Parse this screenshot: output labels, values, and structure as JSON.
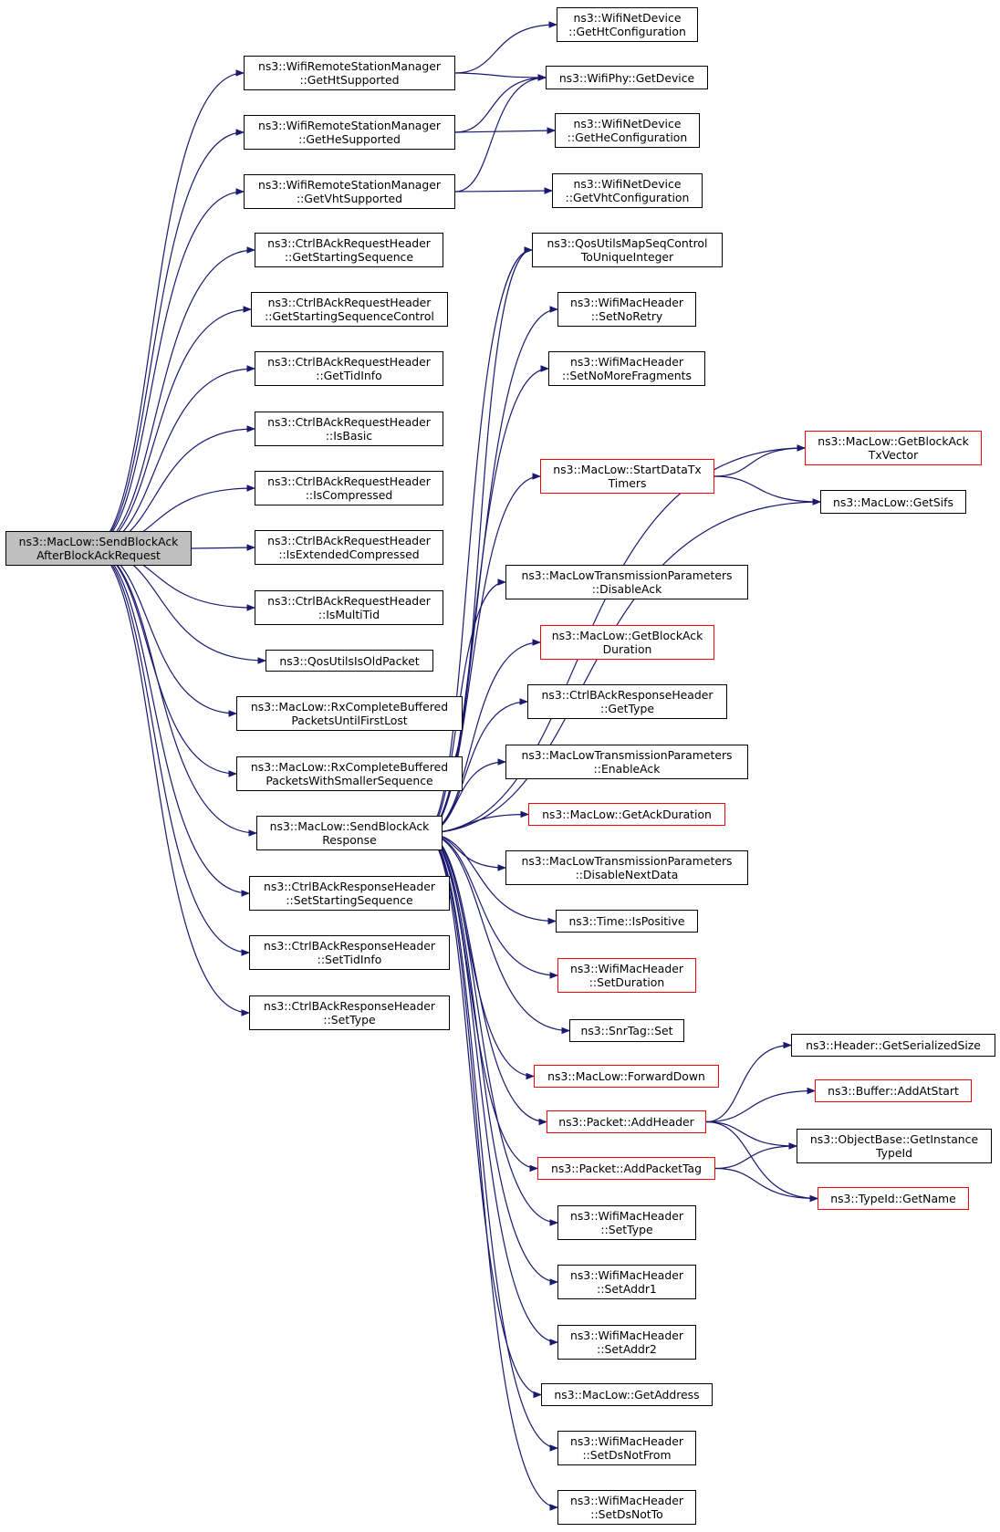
{
  "colors": {
    "edge": "#191970",
    "border_normal": "#000000",
    "border_truncated": "#ff0000",
    "root_fill": "#bfbfbf"
  },
  "nodes": [
    {
      "id": "root",
      "lines": [
        "ns3::MacLow::SendBlockAck",
        "AfterBlockAckRequest"
      ],
      "root": true
    },
    {
      "id": "wrsm_ht",
      "lines": [
        "ns3::WifiRemoteStationManager",
        "::GetHtSupported"
      ]
    },
    {
      "id": "wrsm_he",
      "lines": [
        "ns3::WifiRemoteStationManager",
        "::GetHeSupported"
      ]
    },
    {
      "id": "wrsm_vht",
      "lines": [
        "ns3::WifiRemoteStationManager",
        "::GetVhtSupported"
      ]
    },
    {
      "id": "cbar_ss",
      "lines": [
        "ns3::CtrlBAckRequestHeader",
        "::GetStartingSequence"
      ]
    },
    {
      "id": "cbar_ssc",
      "lines": [
        "ns3::CtrlBAckRequestHeader",
        "::GetStartingSequenceControl"
      ]
    },
    {
      "id": "cbar_tid",
      "lines": [
        "ns3::CtrlBAckRequestHeader",
        "::GetTidInfo"
      ]
    },
    {
      "id": "cbar_basic",
      "lines": [
        "ns3::CtrlBAckRequestHeader",
        "::IsBasic"
      ]
    },
    {
      "id": "cbar_comp",
      "lines": [
        "ns3::CtrlBAckRequestHeader",
        "::IsCompressed"
      ]
    },
    {
      "id": "cbar_extcomp",
      "lines": [
        "ns3::CtrlBAckRequestHeader",
        "::IsExtendedCompressed"
      ]
    },
    {
      "id": "cbar_multi",
      "lines": [
        "ns3::CtrlBAckRequestHeader",
        "::IsMultiTid"
      ]
    },
    {
      "id": "qos_old",
      "lines": [
        "ns3::QosUtilsIsOldPacket"
      ]
    },
    {
      "id": "rx_first",
      "lines": [
        "ns3::MacLow::RxCompleteBuffered",
        "PacketsUntilFirstLost"
      ]
    },
    {
      "id": "rx_smaller",
      "lines": [
        "ns3::MacLow::RxCompleteBuffered",
        "PacketsWithSmallerSequence"
      ]
    },
    {
      "id": "sbr",
      "lines": [
        "ns3::MacLow::SendBlockAck",
        "Response"
      ]
    },
    {
      "id": "cbrs_ss",
      "lines": [
        "ns3::CtrlBAckResponseHeader",
        "::SetStartingSequence"
      ]
    },
    {
      "id": "cbrs_tid",
      "lines": [
        "ns3::CtrlBAckResponseHeader",
        "::SetTidInfo"
      ]
    },
    {
      "id": "cbrs_type",
      "lines": [
        "ns3::CtrlBAckResponseHeader",
        "::SetType"
      ]
    },
    {
      "id": "wnd_ht",
      "lines": [
        "ns3::WifiNetDevice",
        "::GetHtConfiguration"
      ]
    },
    {
      "id": "phy_dev",
      "lines": [
        "ns3::WifiPhy::GetDevice"
      ]
    },
    {
      "id": "wnd_he",
      "lines": [
        "ns3::WifiNetDevice",
        "::GetHeConfiguration"
      ]
    },
    {
      "id": "wnd_vht",
      "lines": [
        "ns3::WifiNetDevice",
        "::GetVhtConfiguration"
      ]
    },
    {
      "id": "qos_map",
      "lines": [
        "ns3::QosUtilsMapSeqControl",
        "ToUniqueInteger"
      ]
    },
    {
      "id": "wmh_noretry",
      "lines": [
        "ns3::WifiMacHeader",
        "::SetNoRetry"
      ]
    },
    {
      "id": "wmh_nofrag",
      "lines": [
        "ns3::WifiMacHeader",
        "::SetNoMoreFragments"
      ]
    },
    {
      "id": "start_tx",
      "lines": [
        "ns3::MacLow::StartDataTx",
        "Timers"
      ],
      "truncated": true
    },
    {
      "id": "ml_txv",
      "lines": [
        "ns3::MacLow::GetBlockAck",
        "TxVector"
      ],
      "truncated": true
    },
    {
      "id": "ml_sifs",
      "lines": [
        "ns3::MacLow::GetSifs"
      ]
    },
    {
      "id": "mltp_disack",
      "lines": [
        "ns3::MacLowTransmissionParameters",
        "::DisableAck"
      ]
    },
    {
      "id": "ml_badur",
      "lines": [
        "ns3::MacLow::GetBlockAck",
        "Duration"
      ],
      "truncated": true
    },
    {
      "id": "cbrs_gettype",
      "lines": [
        "ns3::CtrlBAckResponseHeader",
        "::GetType"
      ]
    },
    {
      "id": "mltp_enack",
      "lines": [
        "ns3::MacLowTransmissionParameters",
        "::EnableAck"
      ]
    },
    {
      "id": "ml_ackdur",
      "lines": [
        "ns3::MacLow::GetAckDuration"
      ],
      "truncated": true
    },
    {
      "id": "mltp_disnext",
      "lines": [
        "ns3::MacLowTransmissionParameters",
        "::DisableNextData"
      ]
    },
    {
      "id": "time_pos",
      "lines": [
        "ns3::Time::IsPositive"
      ]
    },
    {
      "id": "wmh_setdur",
      "lines": [
        "ns3::WifiMacHeader",
        "::SetDuration"
      ],
      "truncated": true
    },
    {
      "id": "snr_set",
      "lines": [
        "ns3::SnrTag::Set"
      ]
    },
    {
      "id": "ml_fwd",
      "lines": [
        "ns3::MacLow::ForwardDown"
      ],
      "truncated": true
    },
    {
      "id": "pkt_addhdr",
      "lines": [
        "ns3::Packet::AddHeader"
      ],
      "truncated": true
    },
    {
      "id": "pkt_addtag",
      "lines": [
        "ns3::Packet::AddPacketTag"
      ],
      "truncated": true
    },
    {
      "id": "wmh_settype",
      "lines": [
        "ns3::WifiMacHeader",
        "::SetType"
      ]
    },
    {
      "id": "wmh_addr1",
      "lines": [
        "ns3::WifiMacHeader",
        "::SetAddr1"
      ]
    },
    {
      "id": "wmh_addr2",
      "lines": [
        "ns3::WifiMacHeader",
        "::SetAddr2"
      ]
    },
    {
      "id": "ml_addr",
      "lines": [
        "ns3::MacLow::GetAddress"
      ]
    },
    {
      "id": "wmh_dsnotfrom",
      "lines": [
        "ns3::WifiMacHeader",
        "::SetDsNotFrom"
      ]
    },
    {
      "id": "wmh_dsnotto",
      "lines": [
        "ns3::WifiMacHeader",
        "::SetDsNotTo"
      ]
    },
    {
      "id": "hdr_ser",
      "lines": [
        "ns3::Header::GetSerializedSize"
      ]
    },
    {
      "id": "buf_add",
      "lines": [
        "ns3::Buffer::AddAtStart"
      ],
      "truncated": true
    },
    {
      "id": "ob_inst",
      "lines": [
        "ns3::ObjectBase::GetInstance",
        "TypeId"
      ]
    },
    {
      "id": "tid_name",
      "lines": [
        "ns3::TypeId::GetName"
      ],
      "truncated": true
    }
  ],
  "edges": [
    [
      "root",
      "wrsm_ht"
    ],
    [
      "root",
      "wrsm_he"
    ],
    [
      "root",
      "wrsm_vht"
    ],
    [
      "root",
      "cbar_ss"
    ],
    [
      "root",
      "cbar_ssc"
    ],
    [
      "root",
      "cbar_tid"
    ],
    [
      "root",
      "cbar_basic"
    ],
    [
      "root",
      "cbar_comp"
    ],
    [
      "root",
      "cbar_extcomp"
    ],
    [
      "root",
      "cbar_multi"
    ],
    [
      "root",
      "qos_old"
    ],
    [
      "root",
      "rx_first"
    ],
    [
      "root",
      "rx_smaller"
    ],
    [
      "root",
      "sbr"
    ],
    [
      "root",
      "cbrs_ss"
    ],
    [
      "root",
      "cbrs_tid"
    ],
    [
      "root",
      "cbrs_type"
    ],
    [
      "wrsm_ht",
      "wnd_ht"
    ],
    [
      "wrsm_ht",
      "phy_dev"
    ],
    [
      "wrsm_he",
      "phy_dev"
    ],
    [
      "wrsm_he",
      "wnd_he"
    ],
    [
      "wrsm_vht",
      "phy_dev"
    ],
    [
      "wrsm_vht",
      "wnd_vht"
    ],
    [
      "rx_smaller",
      "qos_map"
    ],
    [
      "sbr",
      "qos_map"
    ],
    [
      "sbr",
      "wmh_noretry"
    ],
    [
      "sbr",
      "wmh_nofrag"
    ],
    [
      "sbr",
      "ml_txv"
    ],
    [
      "sbr",
      "start_tx"
    ],
    [
      "sbr",
      "ml_sifs"
    ],
    [
      "sbr",
      "mltp_disack"
    ],
    [
      "sbr",
      "ml_badur"
    ],
    [
      "sbr",
      "cbrs_gettype"
    ],
    [
      "sbr",
      "mltp_enack"
    ],
    [
      "sbr",
      "ml_ackdur"
    ],
    [
      "sbr",
      "mltp_disnext"
    ],
    [
      "sbr",
      "time_pos"
    ],
    [
      "sbr",
      "wmh_setdur"
    ],
    [
      "sbr",
      "snr_set"
    ],
    [
      "sbr",
      "ml_fwd"
    ],
    [
      "sbr",
      "pkt_addhdr"
    ],
    [
      "sbr",
      "pkt_addtag"
    ],
    [
      "sbr",
      "wmh_settype"
    ],
    [
      "sbr",
      "wmh_addr1"
    ],
    [
      "sbr",
      "wmh_addr2"
    ],
    [
      "sbr",
      "ml_addr"
    ],
    [
      "sbr",
      "wmh_dsnotfrom"
    ],
    [
      "sbr",
      "wmh_dsnotto"
    ],
    [
      "start_tx",
      "ml_txv"
    ],
    [
      "start_tx",
      "ml_sifs"
    ],
    [
      "pkt_addhdr",
      "hdr_ser"
    ],
    [
      "pkt_addhdr",
      "buf_add"
    ],
    [
      "pkt_addhdr",
      "ob_inst"
    ],
    [
      "pkt_addhdr",
      "tid_name"
    ],
    [
      "pkt_addtag",
      "ob_inst"
    ],
    [
      "pkt_addtag",
      "tid_name"
    ]
  ]
}
